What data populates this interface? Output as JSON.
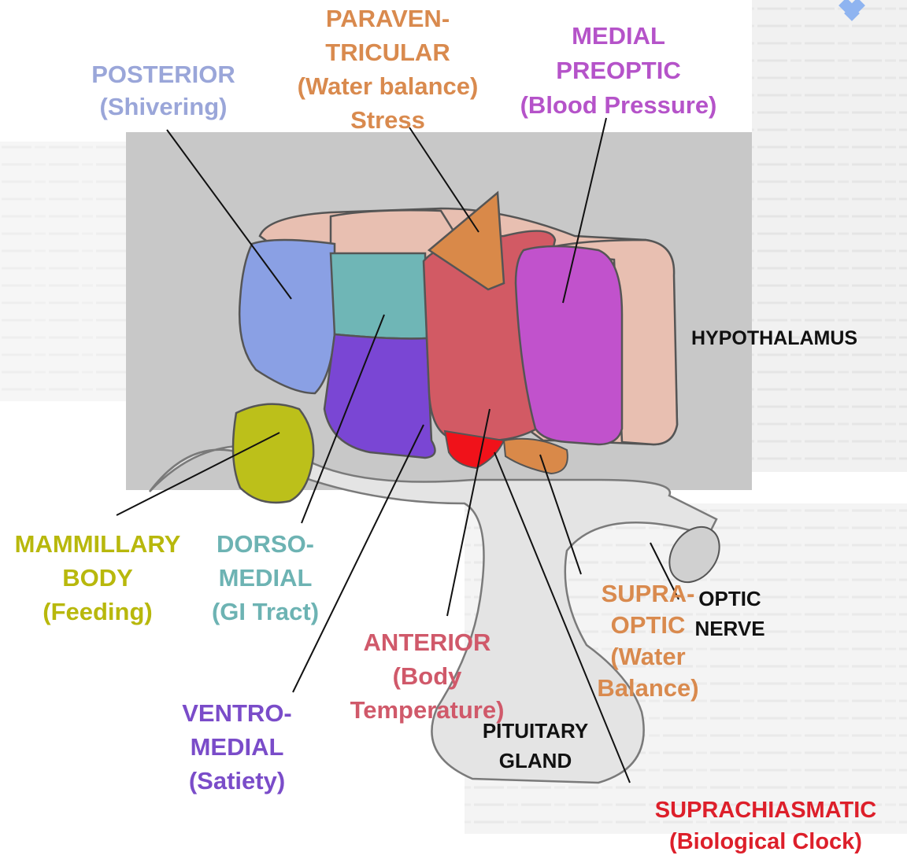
{
  "colors": {
    "posterior": "#9aa6d9",
    "paraventricular": "#d98a4e",
    "medial_preoptic": "#b553c9",
    "mammillary": "#b8b80c",
    "dorsomedial": "#6db3b3",
    "ventromedial": "#7a4cc9",
    "anterior": "#d0596a",
    "supraoptic": "#d98a4e",
    "black": "#111111",
    "suprachiasmatic": "#dd1f2a"
  },
  "labels": {
    "posterior": [
      "POSTERIOR",
      "(Shivering)"
    ],
    "paraventricular": [
      "PARAVEN-",
      "TRICULAR",
      "(Water balance)",
      "Stress"
    ],
    "medial_preoptic": [
      "MEDIAL",
      "PREOPTIC",
      "(Blood Pressure)"
    ],
    "hypothalamus": [
      "HYPOTHALAMUS"
    ],
    "mammillary": [
      "MAMMILLARY",
      "BODY",
      "(Feeding)"
    ],
    "dorsomedial": [
      "DORSO-",
      "MEDIAL",
      "(GI Tract)"
    ],
    "ventromedial": [
      "VENTRO-",
      "MEDIAL",
      "(Satiety)"
    ],
    "anterior": [
      "ANTERIOR",
      "(Body",
      "Temperature)"
    ],
    "supraoptic": [
      "SUPRA-",
      "OPTIC",
      "(Water",
      "Balance)"
    ],
    "optic_nerve": [
      "OPTIC",
      "NERVE"
    ],
    "pituitary": [
      "PITUITARY",
      "GLAND"
    ],
    "suprachiasmatic": [
      "SUPRACHIASMATIC",
      "(Biological Clock)"
    ]
  }
}
